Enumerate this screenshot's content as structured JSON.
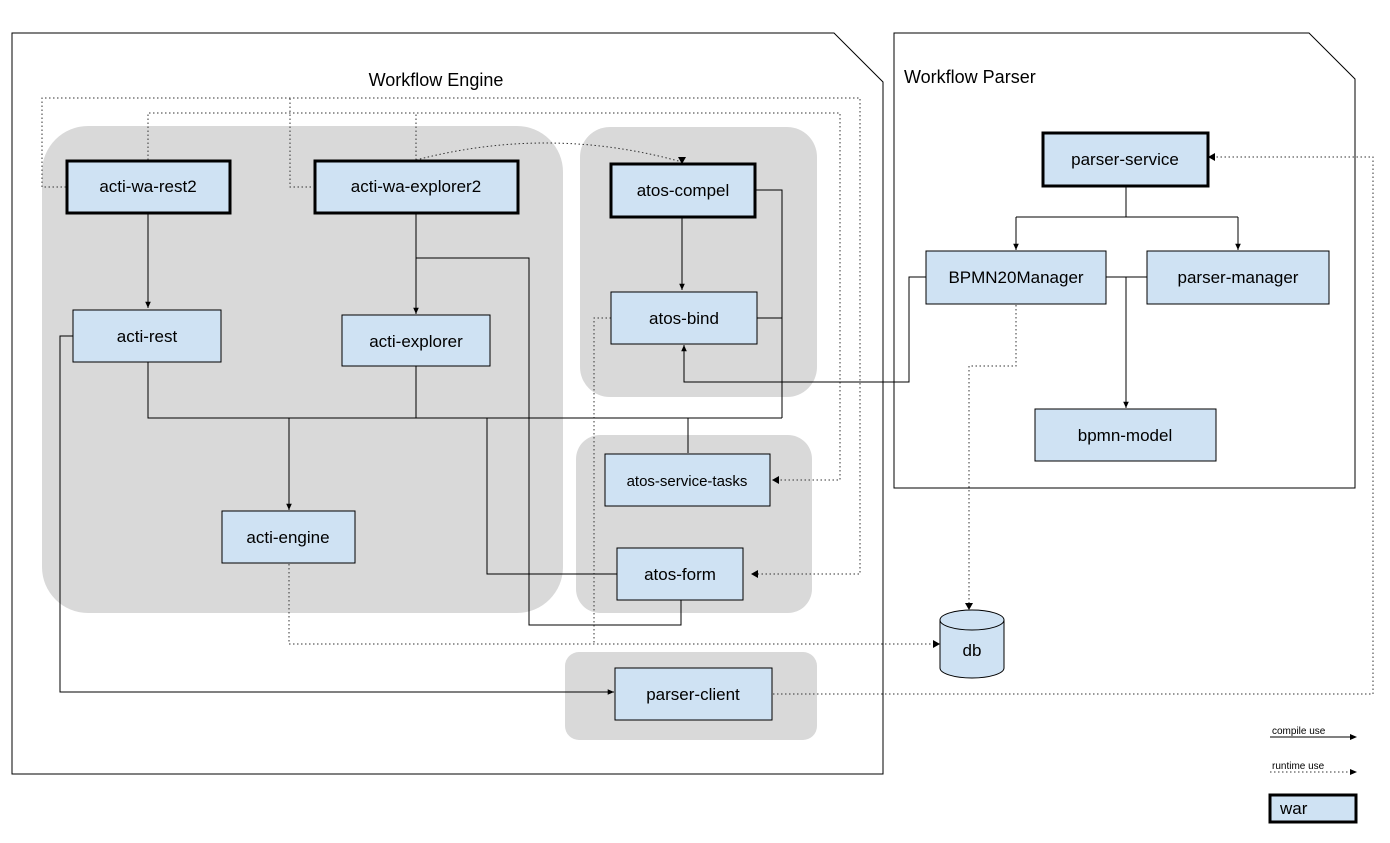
{
  "frames": {
    "engine_title": "Workflow Engine",
    "parser_title": "Workflow Parser"
  },
  "modules": {
    "acti_wa_rest2": "acti-wa-rest2",
    "acti_wa_explorer2": "acti-wa-explorer2",
    "atos_compel": "atos-compel",
    "atos_bind": "atos-bind",
    "acti_rest": "acti-rest",
    "acti_explorer": "acti-explorer",
    "acti_engine": "acti-engine",
    "atos_service_tasks": "atos-service-tasks",
    "atos_form": "atos-form",
    "parser_client": "parser-client",
    "parser_service": "parser-service",
    "bpmn20manager": "BPMN20Manager",
    "parser_manager": "parser-manager",
    "bpmn_model": "bpmn-model",
    "db": "db"
  },
  "legend": {
    "compile_use": "compile use",
    "runtime_use": "runtime use",
    "war": "war"
  },
  "colors": {
    "module_fill": "#cfe2f3",
    "group_fill": "#d9d9d9",
    "line": "#000000"
  }
}
